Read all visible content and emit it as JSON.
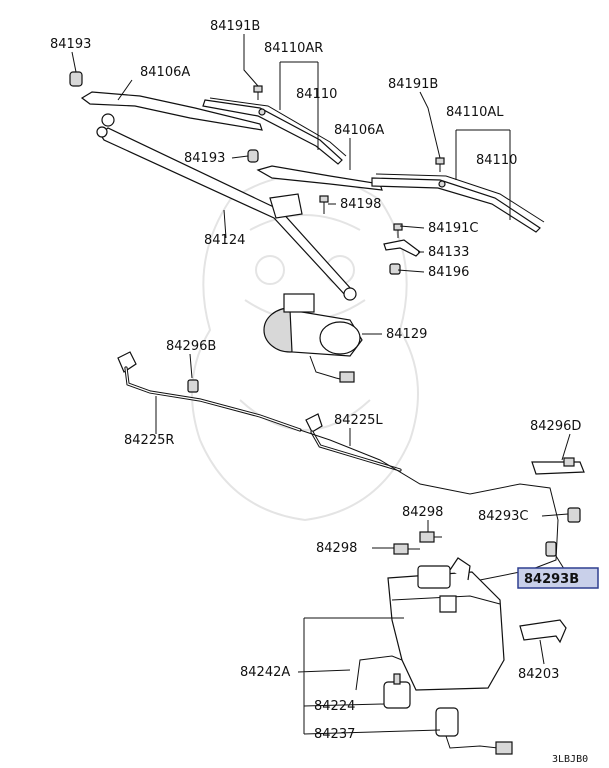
{
  "parts": {
    "p84193_top": "84193",
    "p84191B_left": "84191B",
    "p84110AR": "84110AR",
    "p84106A_left": "84106A",
    "p84110_left": "84110",
    "p84191B_right": "84191B",
    "p84110AL": "84110AL",
    "p84106A_right": "84106A",
    "p84110_right": "84110",
    "p84193_mid": "84193",
    "p84198": "84198",
    "p84191C": "84191C",
    "p84124": "84124",
    "p84133": "84133",
    "p84196": "84196",
    "p84129": "84129",
    "p84296B": "84296B",
    "p84225L": "84225L",
    "p84225R": "84225R",
    "p84296D": "84296D",
    "p84298_top": "84298",
    "p84293C": "84293C",
    "p84298_left": "84298",
    "p84293B": "84293B",
    "p84242A": "84242A",
    "p84203": "84203",
    "p84224": "84224",
    "p84237": "84237"
  },
  "highlight": {
    "part": "84293B",
    "color": "#c9d0ea",
    "border": "#2f3f8f"
  },
  "diagram_code": "3LBJB0"
}
